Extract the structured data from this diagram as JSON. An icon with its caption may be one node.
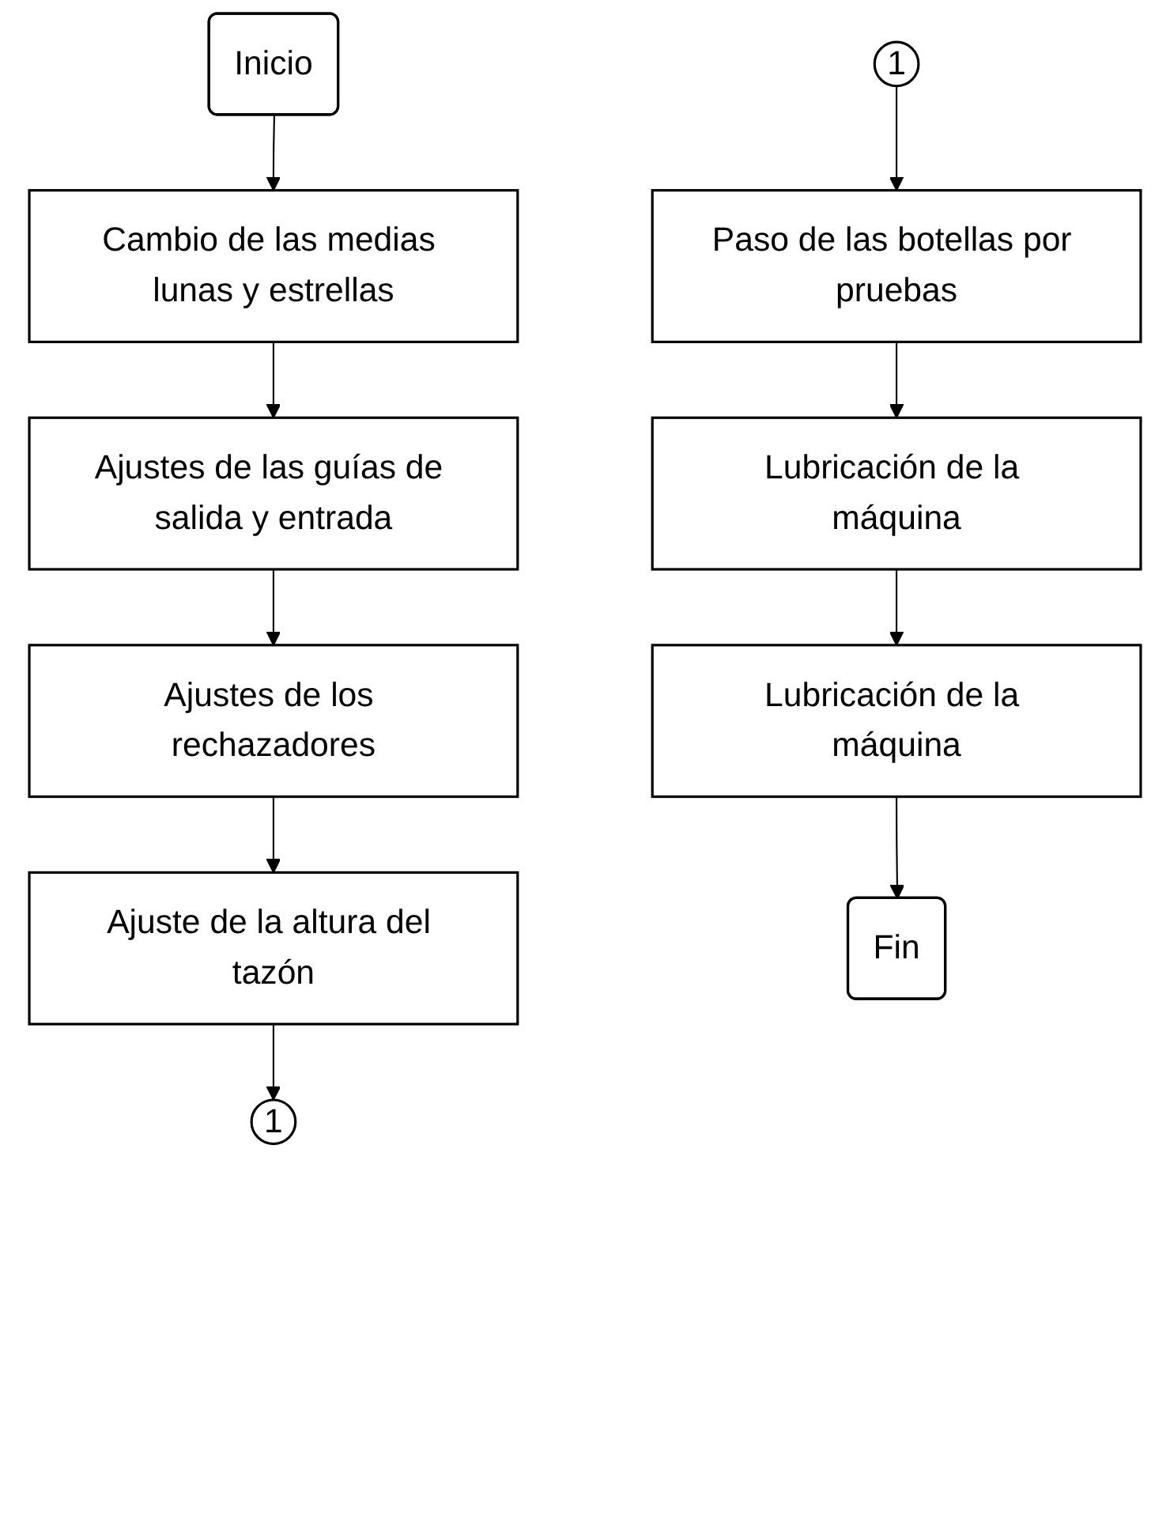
{
  "diagram": {
    "nodes": [
      {
        "text": [
          "Inicio"
        ]
      },
      {
        "text": [
          "Cambio de las medias lunas y estrellas"
        ]
      },
      {
        "text": [
          "Ajustes de las guías de salida y entrada"
        ]
      },
      {
        "text": [
          "Ajustes de los rechazadores"
        ]
      },
      {
        "text": [
          "Ajuste de la altura del tazón"
        ]
      },
      {
        "text": [
          "1"
        ]
      },
      {
        "text": [
          "1"
        ]
      },
      {
        "text": [
          "Paso de las botellas por pruebas"
        ]
      },
      {
        "text": [
          "Lubricación de la máquina"
        ]
      },
      {
        "text": [
          "Lubricación de la máquina"
        ]
      },
      {
        "text": [
          "Fin"
        ]
      }
    ],
    "edges": [
      {
        "from": 0,
        "to": 1,
        "arrow": "to"
      },
      {
        "from": 1,
        "to": 2,
        "arrow": "to"
      },
      {
        "from": 2,
        "to": 3,
        "arrow": "to"
      },
      {
        "from": 3,
        "to": 4,
        "arrow": "to"
      },
      {
        "from": 4,
        "to": 5,
        "arrow": "to"
      },
      {
        "from": 6,
        "to": 7,
        "arrow": "to"
      },
      {
        "from": 7,
        "to": 8,
        "arrow": "to"
      },
      {
        "from": 8,
        "to": 9,
        "arrow": "to"
      },
      {
        "from": 9,
        "to": 10,
        "arrow": "to"
      }
    ]
  }
}
